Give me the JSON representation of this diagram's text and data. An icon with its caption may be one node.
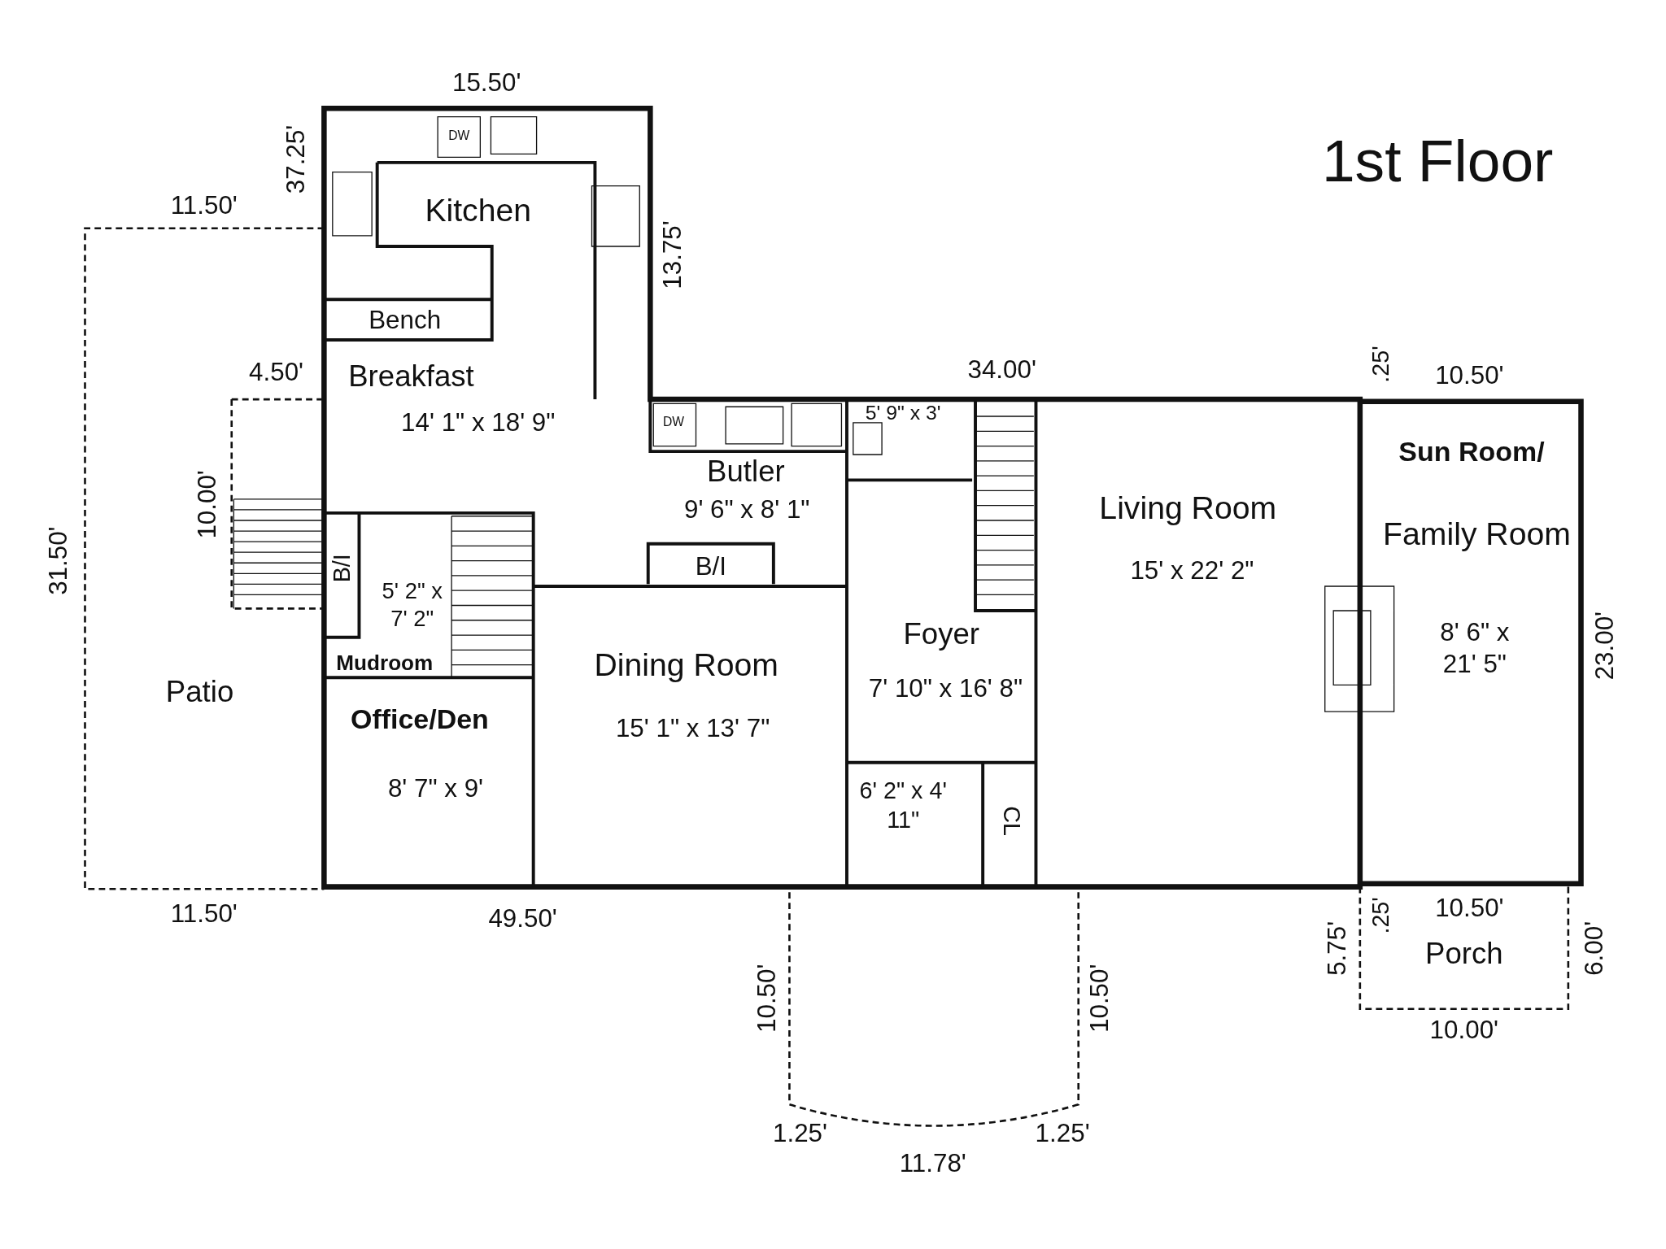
{
  "diagram": {
    "title": "1st Floor",
    "nodes": [
      {
        "text": [
          "Kitchen"
        ]
      },
      {
        "text": [
          "Bench"
        ]
      },
      {
        "text": [
          "Breakfast",
          "14' 1\" x 18' 9\""
        ]
      },
      {
        "text": [
          "Butler",
          "9' 6\" x 8' 1\""
        ]
      },
      {
        "text": [
          "5' 9\" x 3'"
        ]
      },
      {
        "text": [
          "Sun Room/",
          "Family Room",
          "8' 6\" x 21' 5\""
        ]
      },
      {
        "text": [
          "Living Room",
          "15' x 22' 2\""
        ]
      },
      {
        "text": [
          "5' 2\" x 7' 2\"",
          "Mudroom"
        ]
      },
      {
        "text": [
          "B/I"
        ],
        "in": 7
      },
      {
        "text": [
          "B/I"
        ]
      },
      {
        "text": [
          "Foyer",
          "7' 10\" x 16' 8\""
        ]
      },
      {
        "text": [
          "Dining Room",
          "15' 1\" x 13' 7\""
        ]
      },
      {
        "text": [
          "Patio"
        ]
      },
      {
        "text": [
          "Office/Den",
          "8' 7\" x 9'"
        ]
      },
      {
        "text": [
          "6' 2\" x 4' 11\""
        ]
      },
      {
        "text": [
          "CL"
        ]
      },
      {
        "text": [
          "Porch"
        ]
      }
    ],
    "labels": [
      "15.50'",
      "DW",
      "37.25'",
      "11.50'",
      "13.75'",
      "4.50'",
      "34.00'",
      ".25'",
      "10.50'",
      "DW",
      "10.00'",
      "31.50'",
      "23.00'",
      "11.50'",
      "49.50'",
      "10.50'",
      ".25'",
      "5.75'",
      "6.00'",
      "10.50'",
      "10.50'",
      "10.00'",
      "1.25'",
      "1.25'",
      "11.78'"
    ]
  }
}
